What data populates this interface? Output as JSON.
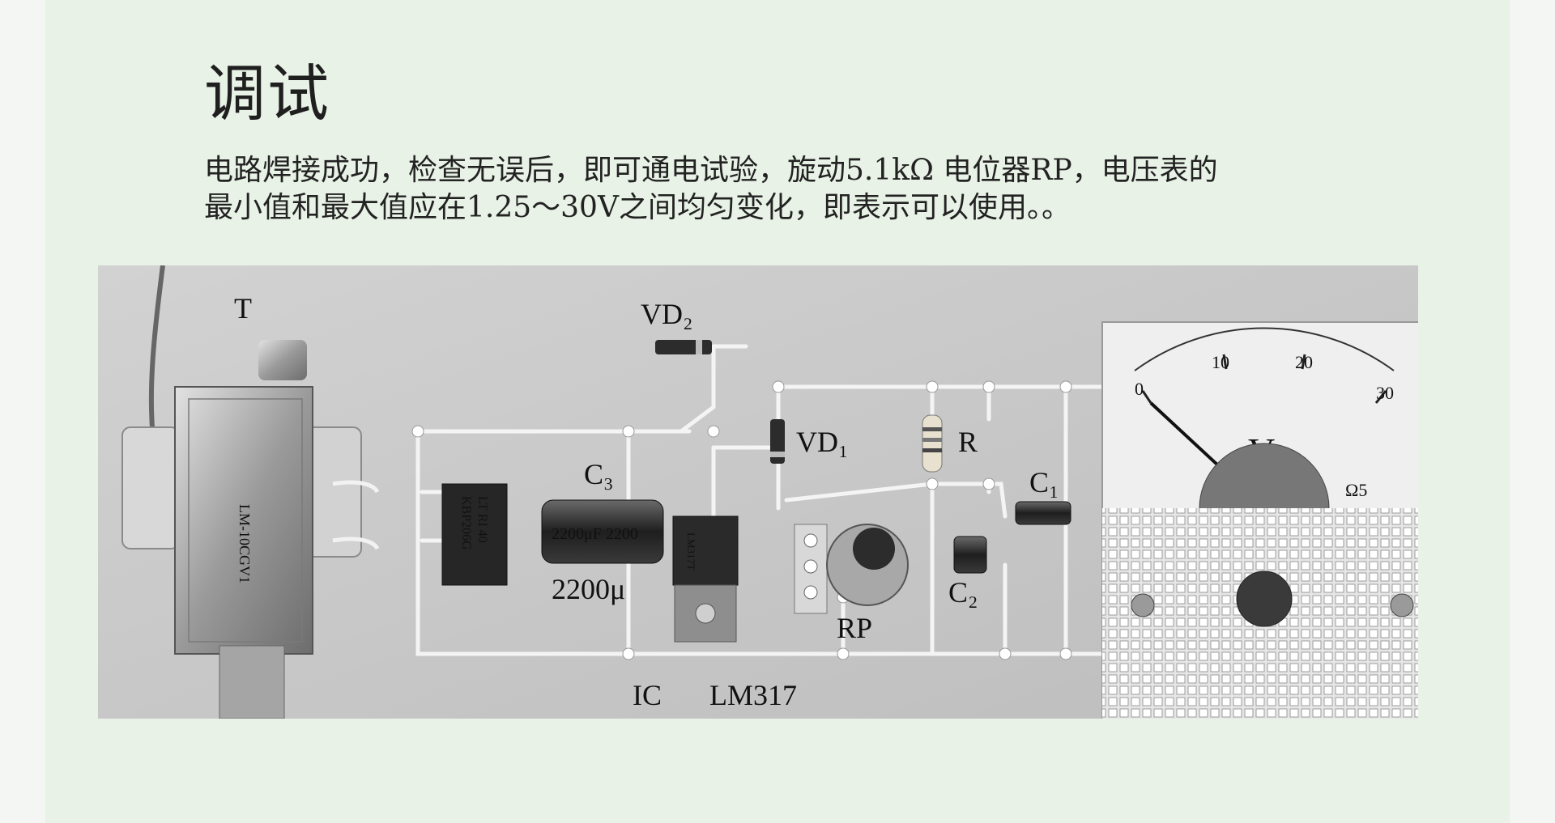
{
  "slide": {
    "title": "调试",
    "body_lines": [
      "电路焊接成功，检查无误后，即可通电试验，旋动5.1kΩ 电位器RP，电压表的",
      "最小值和最大值应在1.25～30V之间均匀变化，即表示可以使用。。"
    ]
  },
  "figure": {
    "labels": {
      "transformer": "T",
      "vd2": "VD₂",
      "vd1": "VD₁",
      "r": "R",
      "c3": "C₃",
      "c3_value": "2200μ",
      "c1": "C₁",
      "c2": "C₂",
      "rp": "RP",
      "ic": "IC",
      "ic_model": "LM317",
      "bridge_marking_1": "LT RI 40",
      "bridge_marking_2": "KBP206G",
      "cap_marking": "2200μF 2200",
      "transformer_marking": "LM-10CGV1",
      "ic_marking": "LM317T",
      "meter_unit": "V",
      "meter_class": "Ω5"
    },
    "meter_scale": [
      "0",
      "10",
      "20",
      "30"
    ],
    "needle_value": 0
  }
}
